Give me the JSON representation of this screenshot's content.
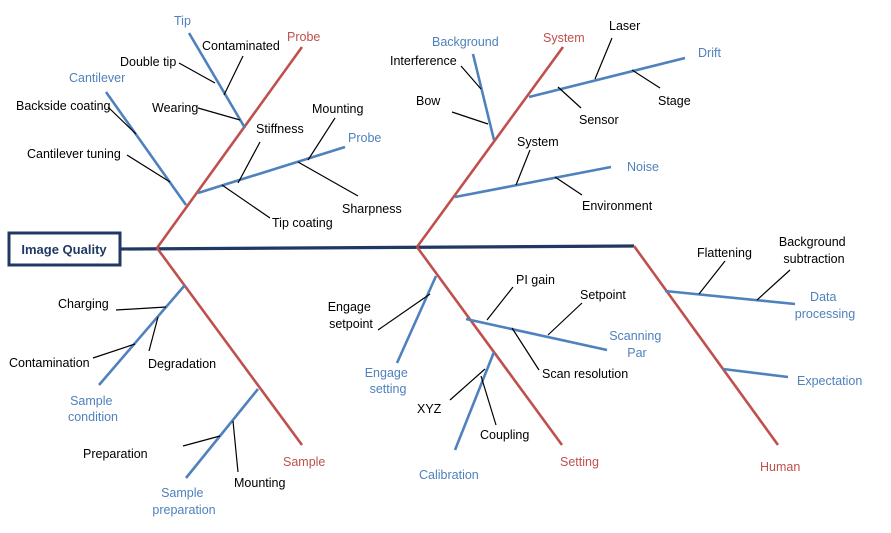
{
  "effect": "Image Quality",
  "categories": {
    "probe": "Probe",
    "system": "System",
    "sample": "Sample",
    "setting": "Setting",
    "human": "Human"
  },
  "subcategories": {
    "tip": "Tip",
    "cantilever": "Cantilever",
    "probe": "Probe",
    "background": "Background",
    "drift": "Drift",
    "noise": "Noise",
    "sample_condition": [
      "Sample",
      "condition"
    ],
    "sample_preparation": [
      "Sample",
      "preparation"
    ],
    "engage_setting": [
      "Engage",
      "setting"
    ],
    "scanning_par": [
      "Scanning",
      "Par"
    ],
    "calibration": "Calibration",
    "data_processing": [
      "Data",
      "processing"
    ],
    "expectation": "Expectation"
  },
  "causes": {
    "double_tip": "Double tip",
    "contaminated": "Contaminated",
    "wearing": "Wearing",
    "backside_coating": "Backside coating",
    "cantilever_tuning": "Cantilever tuning",
    "stiffness": "Stiffness",
    "mounting": "Mounting",
    "sharpness": "Sharpness",
    "tip_coating": "Tip coating",
    "interference": "Interference",
    "bow": "Bow",
    "laser": "Laser",
    "stage": "Stage",
    "sensor": "Sensor",
    "system": "System",
    "environment": "Environment",
    "charging": "Charging",
    "contamination": "Contamination",
    "degradation": "Degradation",
    "preparation": "Preparation",
    "sample_mounting": "Mounting",
    "engage_setpoint": [
      "Engage",
      "setpoint"
    ],
    "pi_gain": "PI gain",
    "setpoint": "Setpoint",
    "scan_resolution": "Scan resolution",
    "xyz": "XYZ",
    "coupling": "Coupling",
    "flattening": "Flattening",
    "background_subtraction": [
      "Background",
      "subtraction"
    ]
  },
  "colors": {
    "spine": "#1f3864",
    "category": "#c0504d",
    "subcategory": "#4f81bd",
    "cause": "#000000"
  }
}
